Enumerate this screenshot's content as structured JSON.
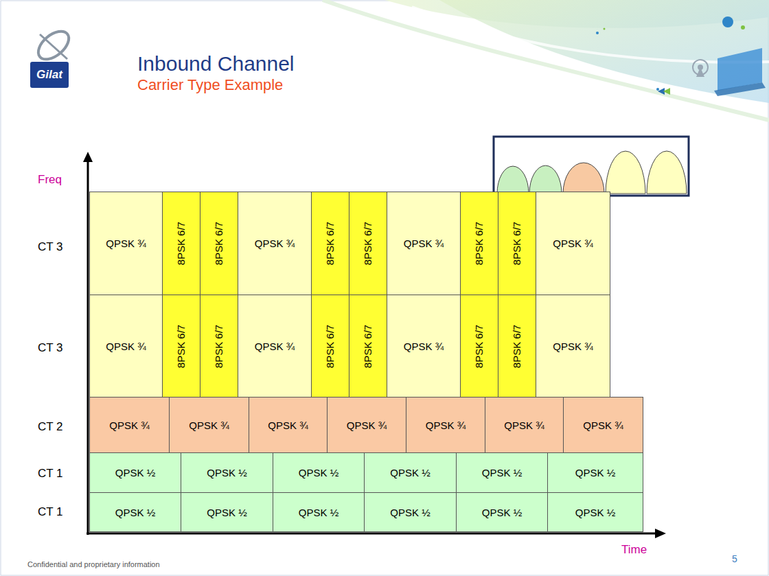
{
  "diagram": {
    "title": "Inbound Channel",
    "nodes": [
      {
        "text": [
          "QPSK ¾"
        ]
      },
      {
        "text": [
          "8PSK 6/7"
        ]
      },
      {
        "text": [
          "8PSK 6/7"
        ]
      },
      {
        "text": [
          "QPSK ¾"
        ]
      },
      {
        "text": [
          "8PSK 6/7"
        ]
      },
      {
        "text": [
          "8PSK 6/7"
        ]
      },
      {
        "text": [
          "QPSK ¾"
        ]
      },
      {
        "text": [
          "8PSK 6/7"
        ]
      },
      {
        "text": [
          "8PSK 6/7"
        ]
      },
      {
        "text": [
          "QPSK ¾"
        ]
      },
      {
        "text": [
          "QPSK ¾"
        ]
      },
      {
        "text": [
          "8PSK 6/7"
        ]
      },
      {
        "text": [
          "8PSK 6/7"
        ]
      },
      {
        "text": [
          "QPSK ¾"
        ]
      },
      {
        "text": [
          "8PSK 6/7"
        ]
      },
      {
        "text": [
          "8PSK 6/7"
        ]
      },
      {
        "text": [
          "QPSK ¾"
        ]
      },
      {
        "text": [
          "8PSK 6/7"
        ]
      },
      {
        "text": [
          "8PSK 6/7"
        ]
      },
      {
        "text": [
          "QPSK ¾"
        ]
      },
      {
        "text": [
          "QPSK ¾"
        ]
      },
      {
        "text": [
          "QPSK ¾"
        ]
      },
      {
        "text": [
          "QPSK ¾"
        ]
      },
      {
        "text": [
          "QPSK ¾"
        ]
      },
      {
        "text": [
          "QPSK ¾"
        ]
      },
      {
        "text": [
          "QPSK ¾"
        ]
      },
      {
        "text": [
          "QPSK ¾"
        ]
      },
      {
        "text": [
          "QPSK ½"
        ]
      },
      {
        "text": [
          "QPSK ½"
        ]
      },
      {
        "text": [
          "QPSK ½"
        ]
      },
      {
        "text": [
          "QPSK ½"
        ]
      },
      {
        "text": [
          "QPSK ½"
        ]
      },
      {
        "text": [
          "QPSK ½"
        ]
      },
      {
        "text": [
          "QPSK ½"
        ]
      },
      {
        "text": [
          "QPSK ½"
        ]
      },
      {
        "text": [
          "QPSK ½"
        ]
      },
      {
        "text": [
          "QPSK ½"
        ]
      },
      {
        "text": [
          "QPSK ½"
        ]
      },
      {
        "text": [
          "QPSK ½"
        ]
      }
    ],
    "labels": [
      "Gilat",
      "Carrier Type Example",
      "Freq",
      "CT 3",
      "CT 3",
      "CT 2",
      "CT 1",
      "CT 1",
      "Time",
      "5",
      "Confidential and proprietary information"
    ]
  }
}
